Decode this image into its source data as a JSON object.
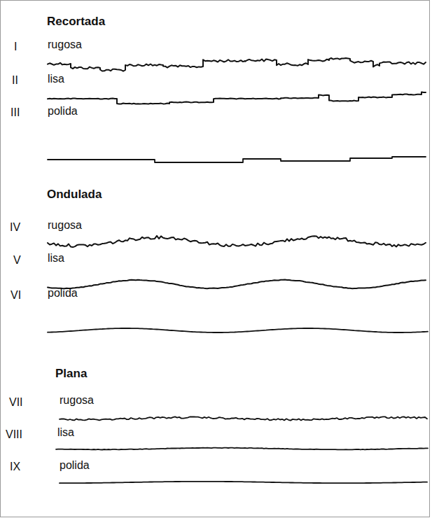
{
  "diagram": {
    "labels": [
      "Recortada",
      "I",
      "rugosa",
      "II",
      "lisa",
      "III",
      "polida",
      "Ondulada",
      "IV",
      "rugosa",
      "V",
      "lisa",
      "VI",
      "polida",
      "Plana",
      "VII",
      "rugosa",
      "VIII",
      "lisa",
      "IX",
      "polida"
    ]
  }
}
